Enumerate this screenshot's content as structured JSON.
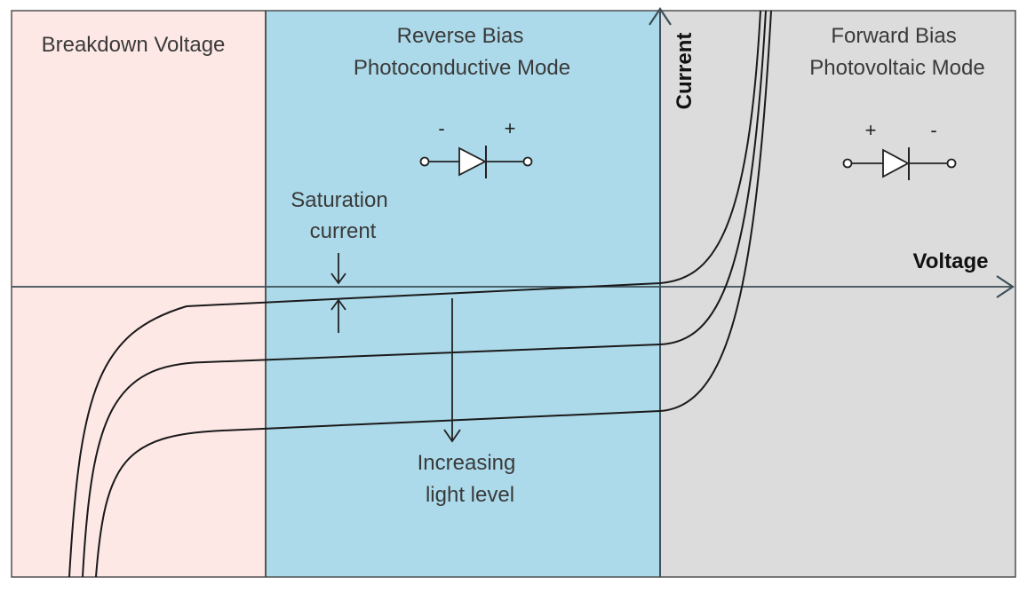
{
  "regions": {
    "breakdown": {
      "label": "Breakdown Voltage",
      "color": "#fde8e6"
    },
    "reverse": {
      "line1": "Reverse Bias",
      "line2": "Photoconductive Mode",
      "color": "#acdaea"
    },
    "forward": {
      "line1": "Forward Bias",
      "line2": "Photovoltaic Mode",
      "color": "#dcdcdc"
    }
  },
  "axes": {
    "x_label": "Voltage",
    "y_label": "Current",
    "axis_color": "#3d4f57"
  },
  "annotations": {
    "saturation": {
      "line1": "Saturation",
      "line2": "current"
    },
    "light": {
      "line1": "Increasing",
      "line2": "light level"
    }
  },
  "symbols": {
    "reverse": {
      "left_sign": "-",
      "right_sign": "+"
    },
    "forward": {
      "left_sign": "+",
      "right_sign": "-"
    }
  },
  "curves": {
    "count": 3,
    "color": "#1a1a1a"
  }
}
